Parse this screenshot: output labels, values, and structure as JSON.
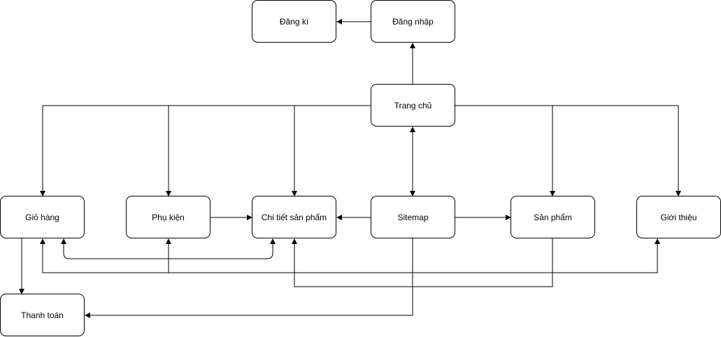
{
  "nodes": {
    "dang_ki": "Đăng kí",
    "dang_nhap": "Đăng nhập",
    "trang_chu": "Trang chủ",
    "gio_hang": "Giỏ hàng",
    "phu_kien": "Phụ kiện",
    "chi_tiet_san_pham": "Chi tiết sản phẩm",
    "sitemap": "Sitemap",
    "san_pham": "Sản phẩm",
    "gioi_thieu": "Giới thiệu",
    "thanh_toan": "Thanh toán"
  },
  "edges": [
    {
      "from": "dang_nhap",
      "to": "dang_ki"
    },
    {
      "from": "trang_chu",
      "to": "dang_nhap"
    },
    {
      "from": "trang_chu",
      "to": "gio_hang"
    },
    {
      "from": "trang_chu",
      "to": "phu_kien"
    },
    {
      "from": "trang_chu",
      "to": "chi_tiet_san_pham"
    },
    {
      "from": "trang_chu",
      "to": "san_pham"
    },
    {
      "from": "trang_chu",
      "to": "gioi_thieu"
    },
    {
      "from": "sitemap",
      "to": "trang_chu",
      "bidirectional": true
    },
    {
      "from": "sitemap",
      "to": "chi_tiet_san_pham"
    },
    {
      "from": "sitemap",
      "to": "san_pham"
    },
    {
      "from": "sitemap",
      "to": "thanh_toan"
    },
    {
      "from": "phu_kien",
      "to": "chi_tiet_san_pham"
    },
    {
      "from": "gio_hang",
      "to": "thanh_toan"
    },
    {
      "from": "chi_tiet_san_pham",
      "to": "gio_hang",
      "bidirectional": true
    },
    {
      "from": "gio_hang",
      "to": "gioi_thieu",
      "bidirectional": true,
      "via": "phu_kien"
    },
    {
      "from": "san_pham",
      "to": "chi_tiet_san_pham"
    }
  ]
}
